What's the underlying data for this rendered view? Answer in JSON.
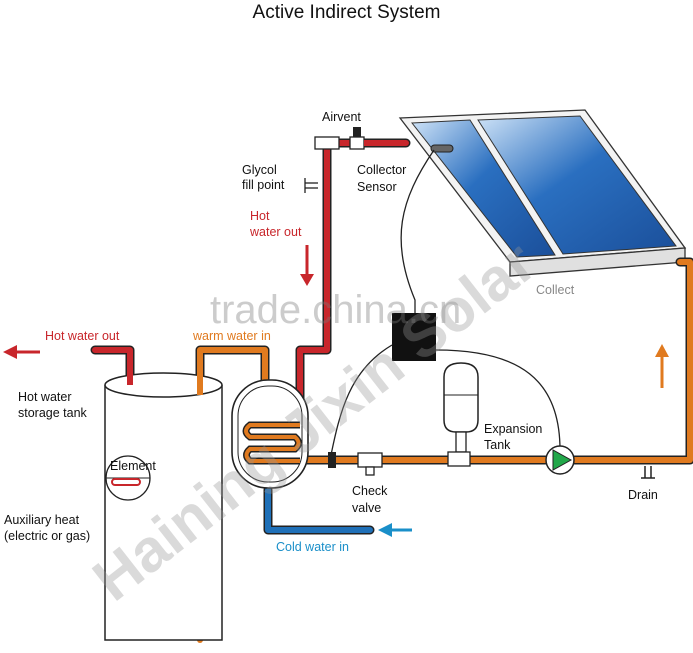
{
  "title": "Active Indirect System",
  "labels": {
    "airvent": "Airvent",
    "glycol_line1": "Glycol",
    "glycol_line2": "fill point",
    "collector_sensor_line1": "Collector",
    "collector_sensor_line2": "Sensor",
    "hot_water_out_pipe_line1": "Hot",
    "hot_water_out_pipe_line2": "water out",
    "hot_water_out_top": "Hot water out",
    "warm_water_in": "warm water in",
    "storage_tank_line1": "Hot water",
    "storage_tank_line2": "storage tank",
    "element": "Element",
    "aux_heat_line1": "Auxiliary heat",
    "aux_heat_line2": "(electric or gas)",
    "expansion_tank_line1": "Expansion",
    "expansion_tank_line2": "Tank",
    "check_valve_line1": "Check",
    "check_valve_line2": "valve",
    "cold_water_in": "Cold water in",
    "drain": "Drain",
    "collector_partial": "Collect"
  },
  "watermarks": {
    "trade": "trade.china.cn",
    "brand": "Haining Jixin Solar"
  },
  "colors": {
    "hot": "#c8262b",
    "warm": "#e07a1f",
    "cold": "#1f70b8",
    "cold_label": "#1a8fc9",
    "outline": "#222222",
    "panel": "#2a6fc0"
  }
}
